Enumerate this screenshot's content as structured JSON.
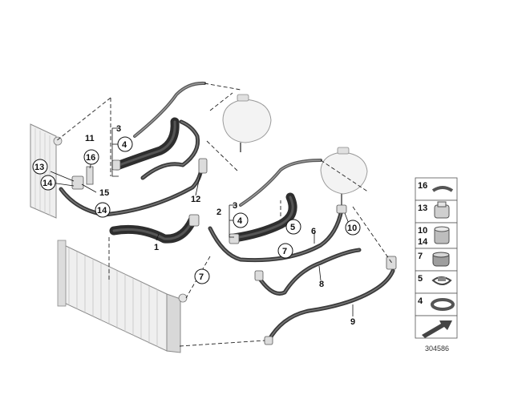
{
  "callouts": {
    "c1": "1",
    "c2": "2",
    "c3a": "3",
    "c3b": "3",
    "c4a": "4",
    "c4b": "4",
    "c5": "5",
    "c6": "6",
    "c7a": "7",
    "c7b": "7",
    "c8": "8",
    "c9": "9",
    "c10": "10",
    "c11": "11",
    "c12": "12",
    "c13": "13",
    "c14a": "14",
    "c14b": "14",
    "c15": "15",
    "c16": "16"
  },
  "legend": {
    "items": [
      "16",
      "13",
      "10",
      "14",
      "7",
      "5",
      "4"
    ]
  },
  "reference_number": "304586",
  "colors": {
    "hose_dark": "#2f2f2f",
    "hose_mid": "#6a6a6a",
    "line_art": "#111111"
  }
}
